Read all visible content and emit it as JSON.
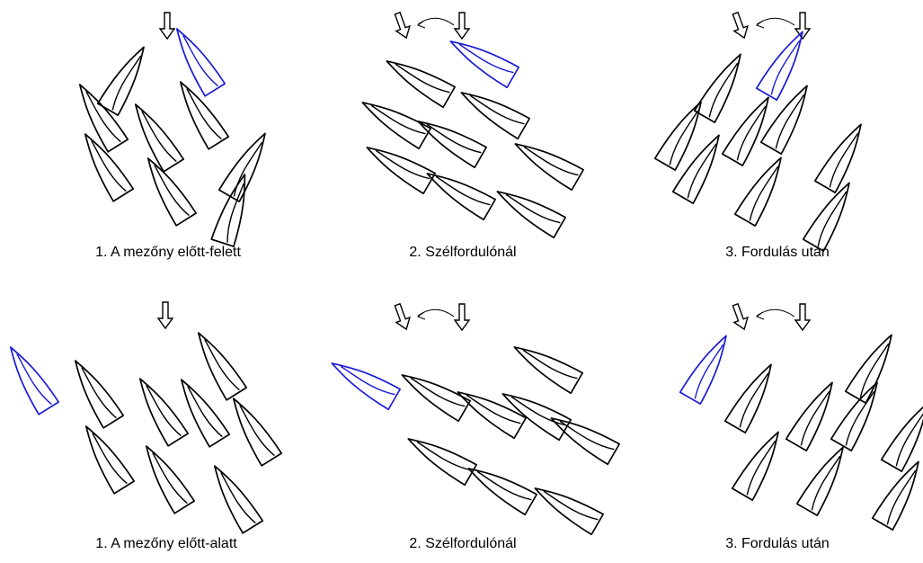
{
  "colors": {
    "fleet": "#000000",
    "highlight": "#1a1ad6",
    "background": "#ffffff"
  },
  "icons": {
    "wind": "wind-arrow-icon",
    "shift": "wind-shift-curve-icon",
    "boat": "sailboat-icon"
  },
  "rows": [
    {
      "name": "top",
      "panels": [
        {
          "caption": "1. A mezőny előtt-felett",
          "wind_shifted": false
        },
        {
          "caption": "2. Szélfordulónál",
          "wind_shifted": true
        },
        {
          "caption": "3. Fordulás után",
          "wind_shifted": true
        }
      ]
    },
    {
      "name": "bottom",
      "panels": [
        {
          "caption": "1. A mezőny előtt-alatt",
          "wind_shifted": false
        },
        {
          "caption": "2. Szélfordulónál",
          "wind_shifted": true
        },
        {
          "caption": "3. Fordulás után",
          "wind_shifted": true
        }
      ]
    }
  ]
}
